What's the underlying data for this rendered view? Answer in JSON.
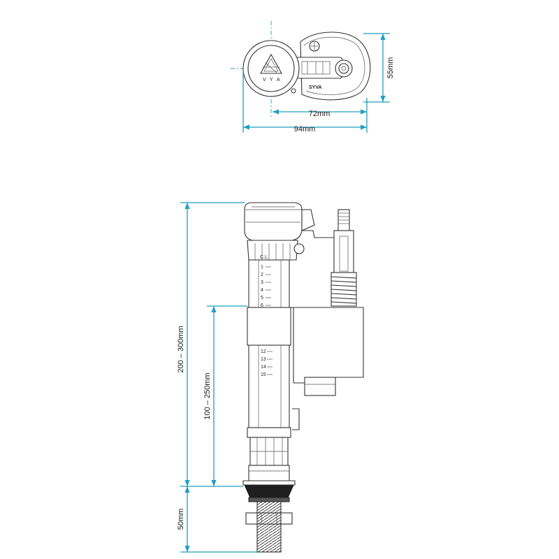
{
  "dimensions": {
    "top_height": "55mm",
    "inner_width": "72mm",
    "outer_width": "94mm",
    "overall_height": "200 – 300mm",
    "body_height": "100 – 250mm",
    "thread_length": "50mm"
  },
  "body_label": "C.L.",
  "scale_marks": [
    "1",
    "2",
    "3",
    "4",
    "5",
    "6",
    "12",
    "13",
    "14",
    "15"
  ],
  "brand": "SYVA",
  "logo_letters": [
    "V",
    "Y",
    "A"
  ]
}
